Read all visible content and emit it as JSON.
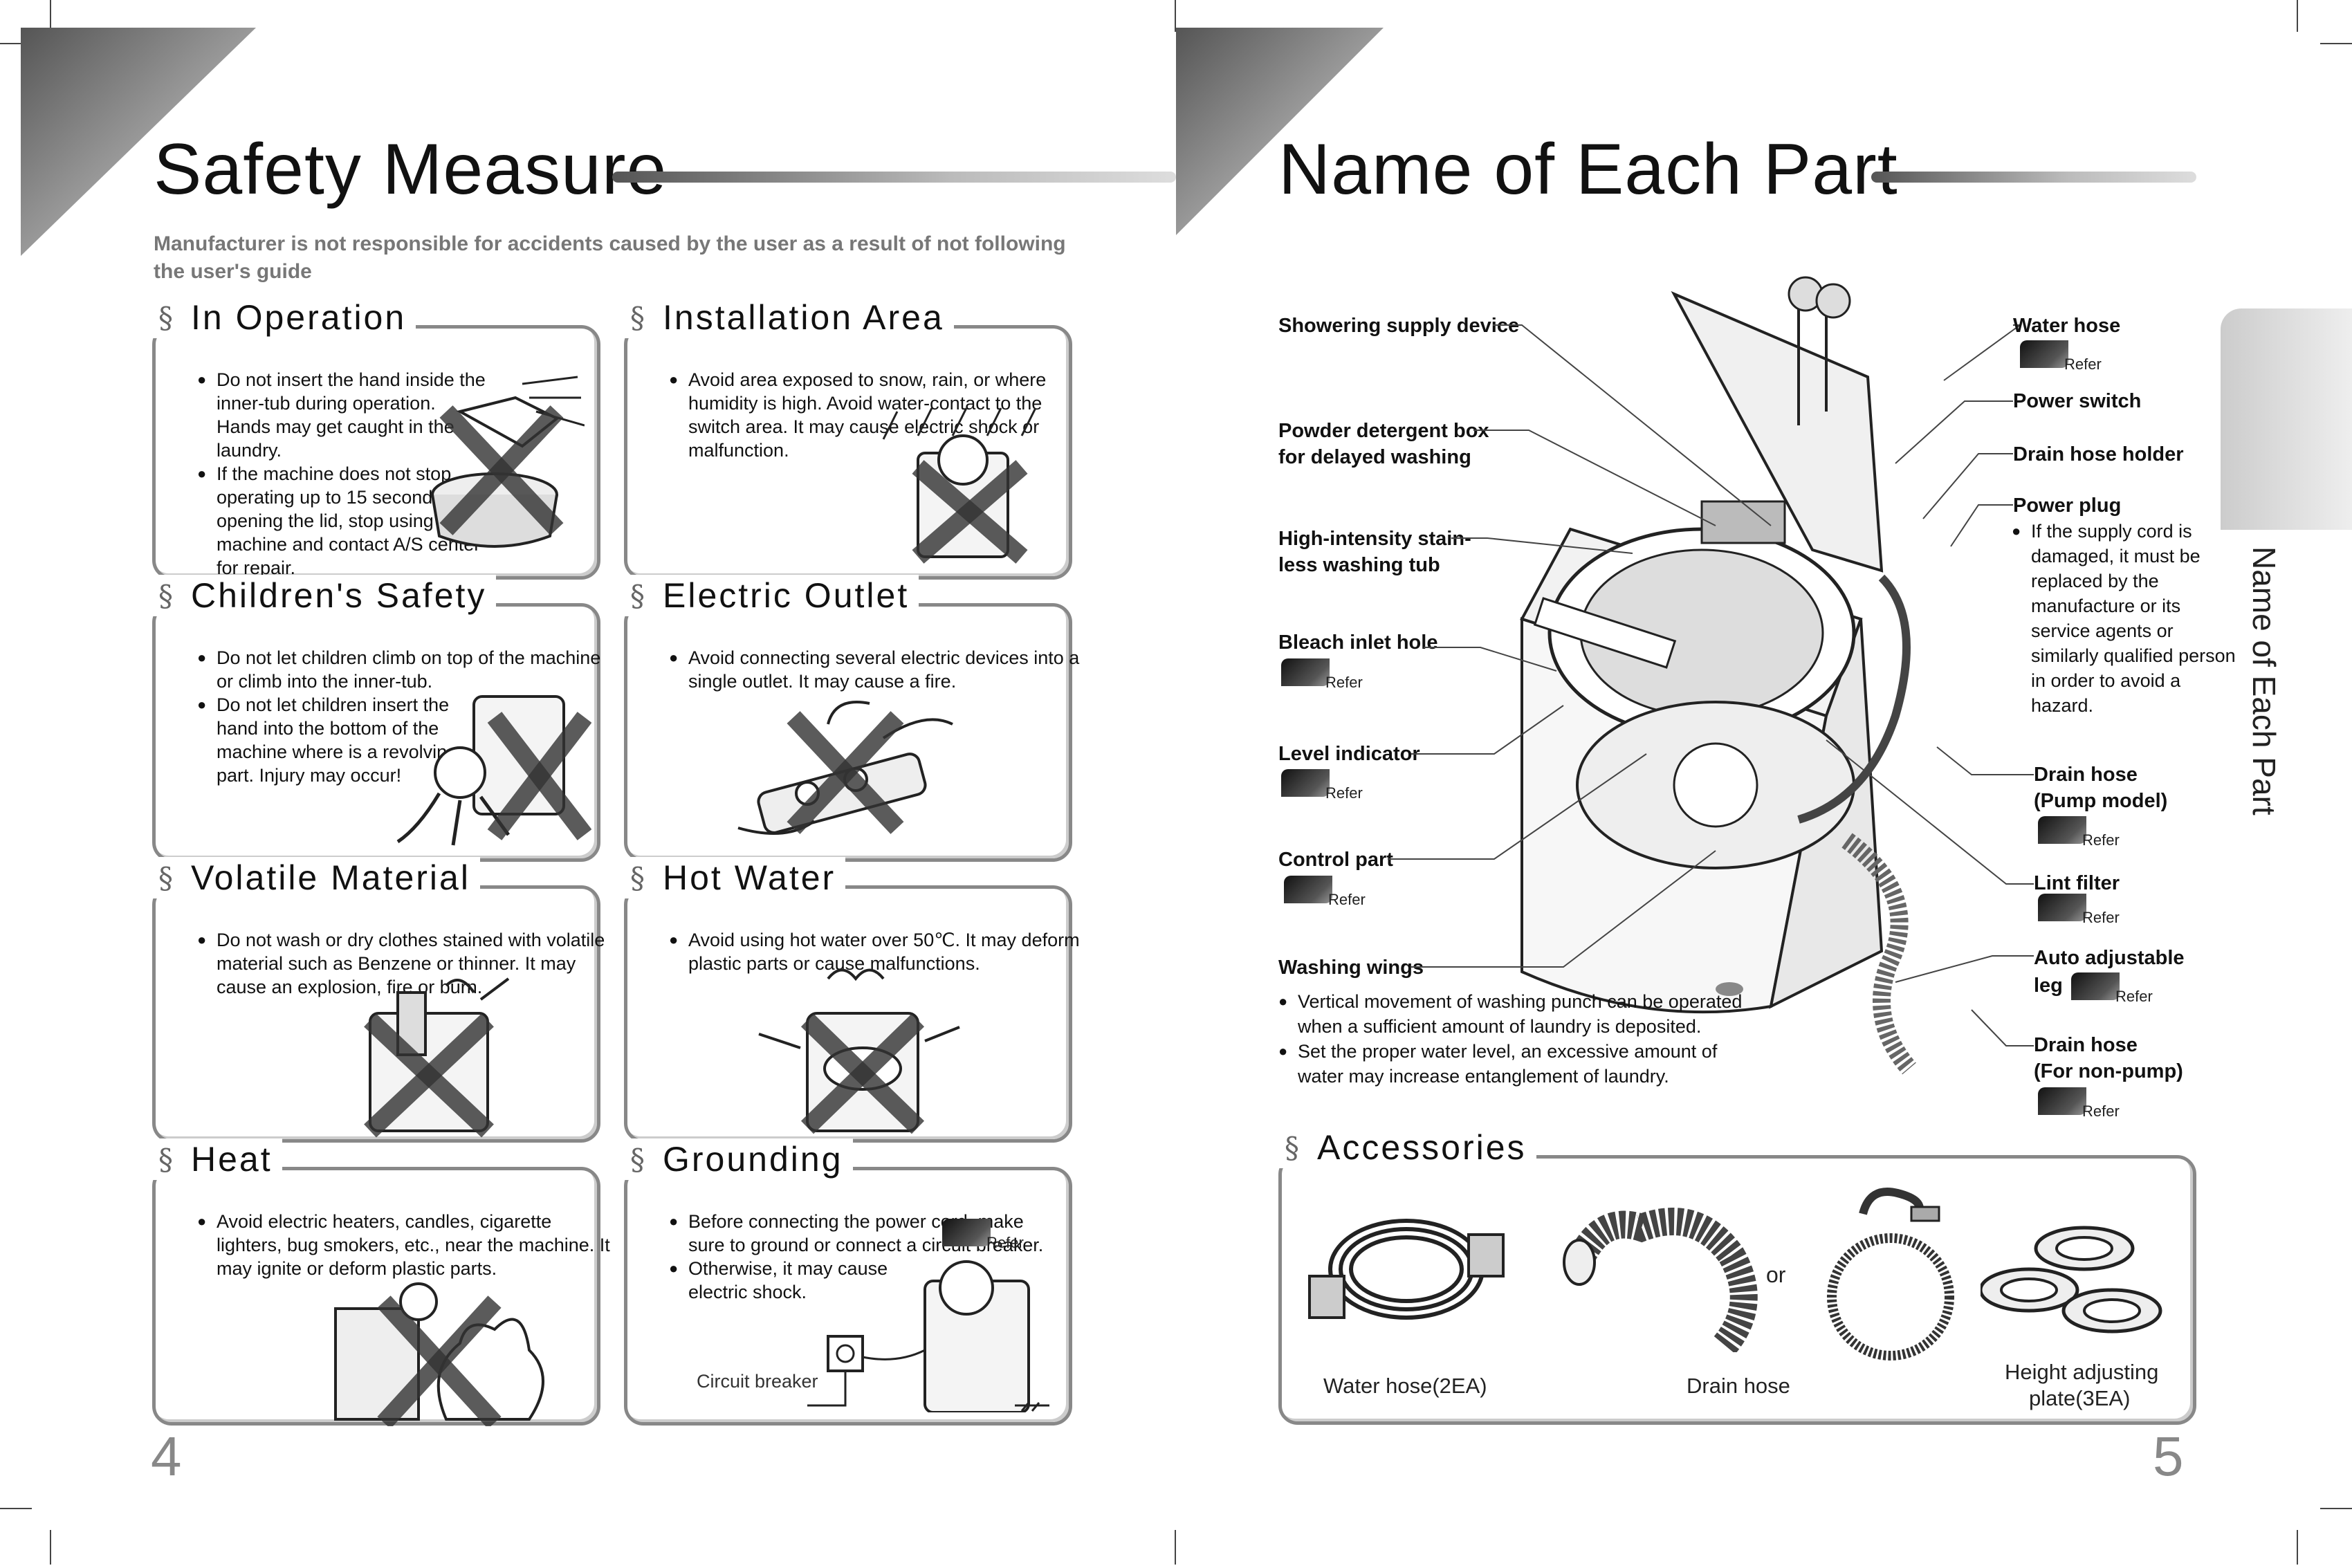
{
  "left": {
    "title": "Safety Measure",
    "note": "Manufacturer is not responsible for accidents caused by the user as a result of not following the user's guide",
    "page_number": "4",
    "sections": [
      {
        "title": "In Operation",
        "bullets": [
          "Do not insert the hand inside the inner-tub during operation. Hands may get caught in the laundry.",
          "If the machine does not stop operating up to 15 seconds after opening the lid, stop using the machine and contact A/S center for repair."
        ]
      },
      {
        "title": "Installation Area",
        "bullets": [
          "Avoid area exposed to snow, rain, or where humidity is high. Avoid water-contact to the switch area. It may cause electric shock or malfunction."
        ]
      },
      {
        "title": "Children's Safety",
        "bullets": [
          "Do not let children climb on top of the machine or climb into the inner-tub.",
          "Do not let children insert the hand into the bottom of the machine where is a revolving part. Injury may occur!"
        ]
      },
      {
        "title": "Electric Outlet",
        "bullets": [
          "Avoid connecting several electric devices into a single outlet. It may cause a fire."
        ]
      },
      {
        "title": "Volatile Material",
        "bullets": [
          "Do not wash or dry clothes stained with volatile material such as Benzene or thinner. It may cause an explosion, fire or burn."
        ]
      },
      {
        "title": "Hot Water",
        "bullets": [
          "Avoid using hot water over 50℃. It may deform plastic parts or cause malfunctions."
        ]
      },
      {
        "title": "Heat",
        "bullets": [
          "Avoid electric heaters, candles, cigarette lighters, bug smokers, etc., near the machine. It may ignite or deform plastic parts."
        ]
      },
      {
        "title": "Grounding",
        "bullets": [
          "Before connecting the power cord, make sure to ground or connect a circuit breaker.",
          "Otherwise, it may cause electric shock."
        ],
        "caption": "Circuit breaker"
      }
    ]
  },
  "right": {
    "title": "Name of Each Part",
    "side_tab": "Name of Each Part",
    "page_number": "5",
    "refer": "Refer",
    "left_labels": [
      "Showering supply device",
      "Powder detergent box",
      "for delayed washing",
      "High-intensity stain-",
      "less washing tub",
      "Bleach inlet hole",
      "Level indicator",
      "Control part",
      "Washing wings"
    ],
    "right_labels": {
      "water_hose": "Water hose",
      "power_switch": "Power switch",
      "drain_hose_holder": "Drain hose holder",
      "power_plug": "Power plug",
      "power_plug_note": "If the supply cord is damaged, it must be replaced by the manufacture or its service agents or similarly qualified person in order to avoid a hazard.",
      "drain_hose_pump_1": "Drain hose",
      "drain_hose_pump_2": "(Pump model)",
      "lint_filter": "Lint filter",
      "auto_leg_1": "Auto adjustable",
      "auto_leg_2": "leg",
      "drain_hose_np_1": "Drain hose",
      "drain_hose_np_2": "(For non-pump)"
    },
    "notes": [
      "Vertical movement of washing punch can be operated when a sufficient amount of laundry is deposited.",
      "Set the proper water level, an excessive amount of water may increase entanglement of laundry."
    ],
    "accessories": {
      "title": "Accessories",
      "or": "or",
      "water_hose": "Water hose(2EA)",
      "drain_hose": "Drain hose",
      "plate_1": "Height adjusting",
      "plate_2": "plate(3EA)"
    }
  }
}
